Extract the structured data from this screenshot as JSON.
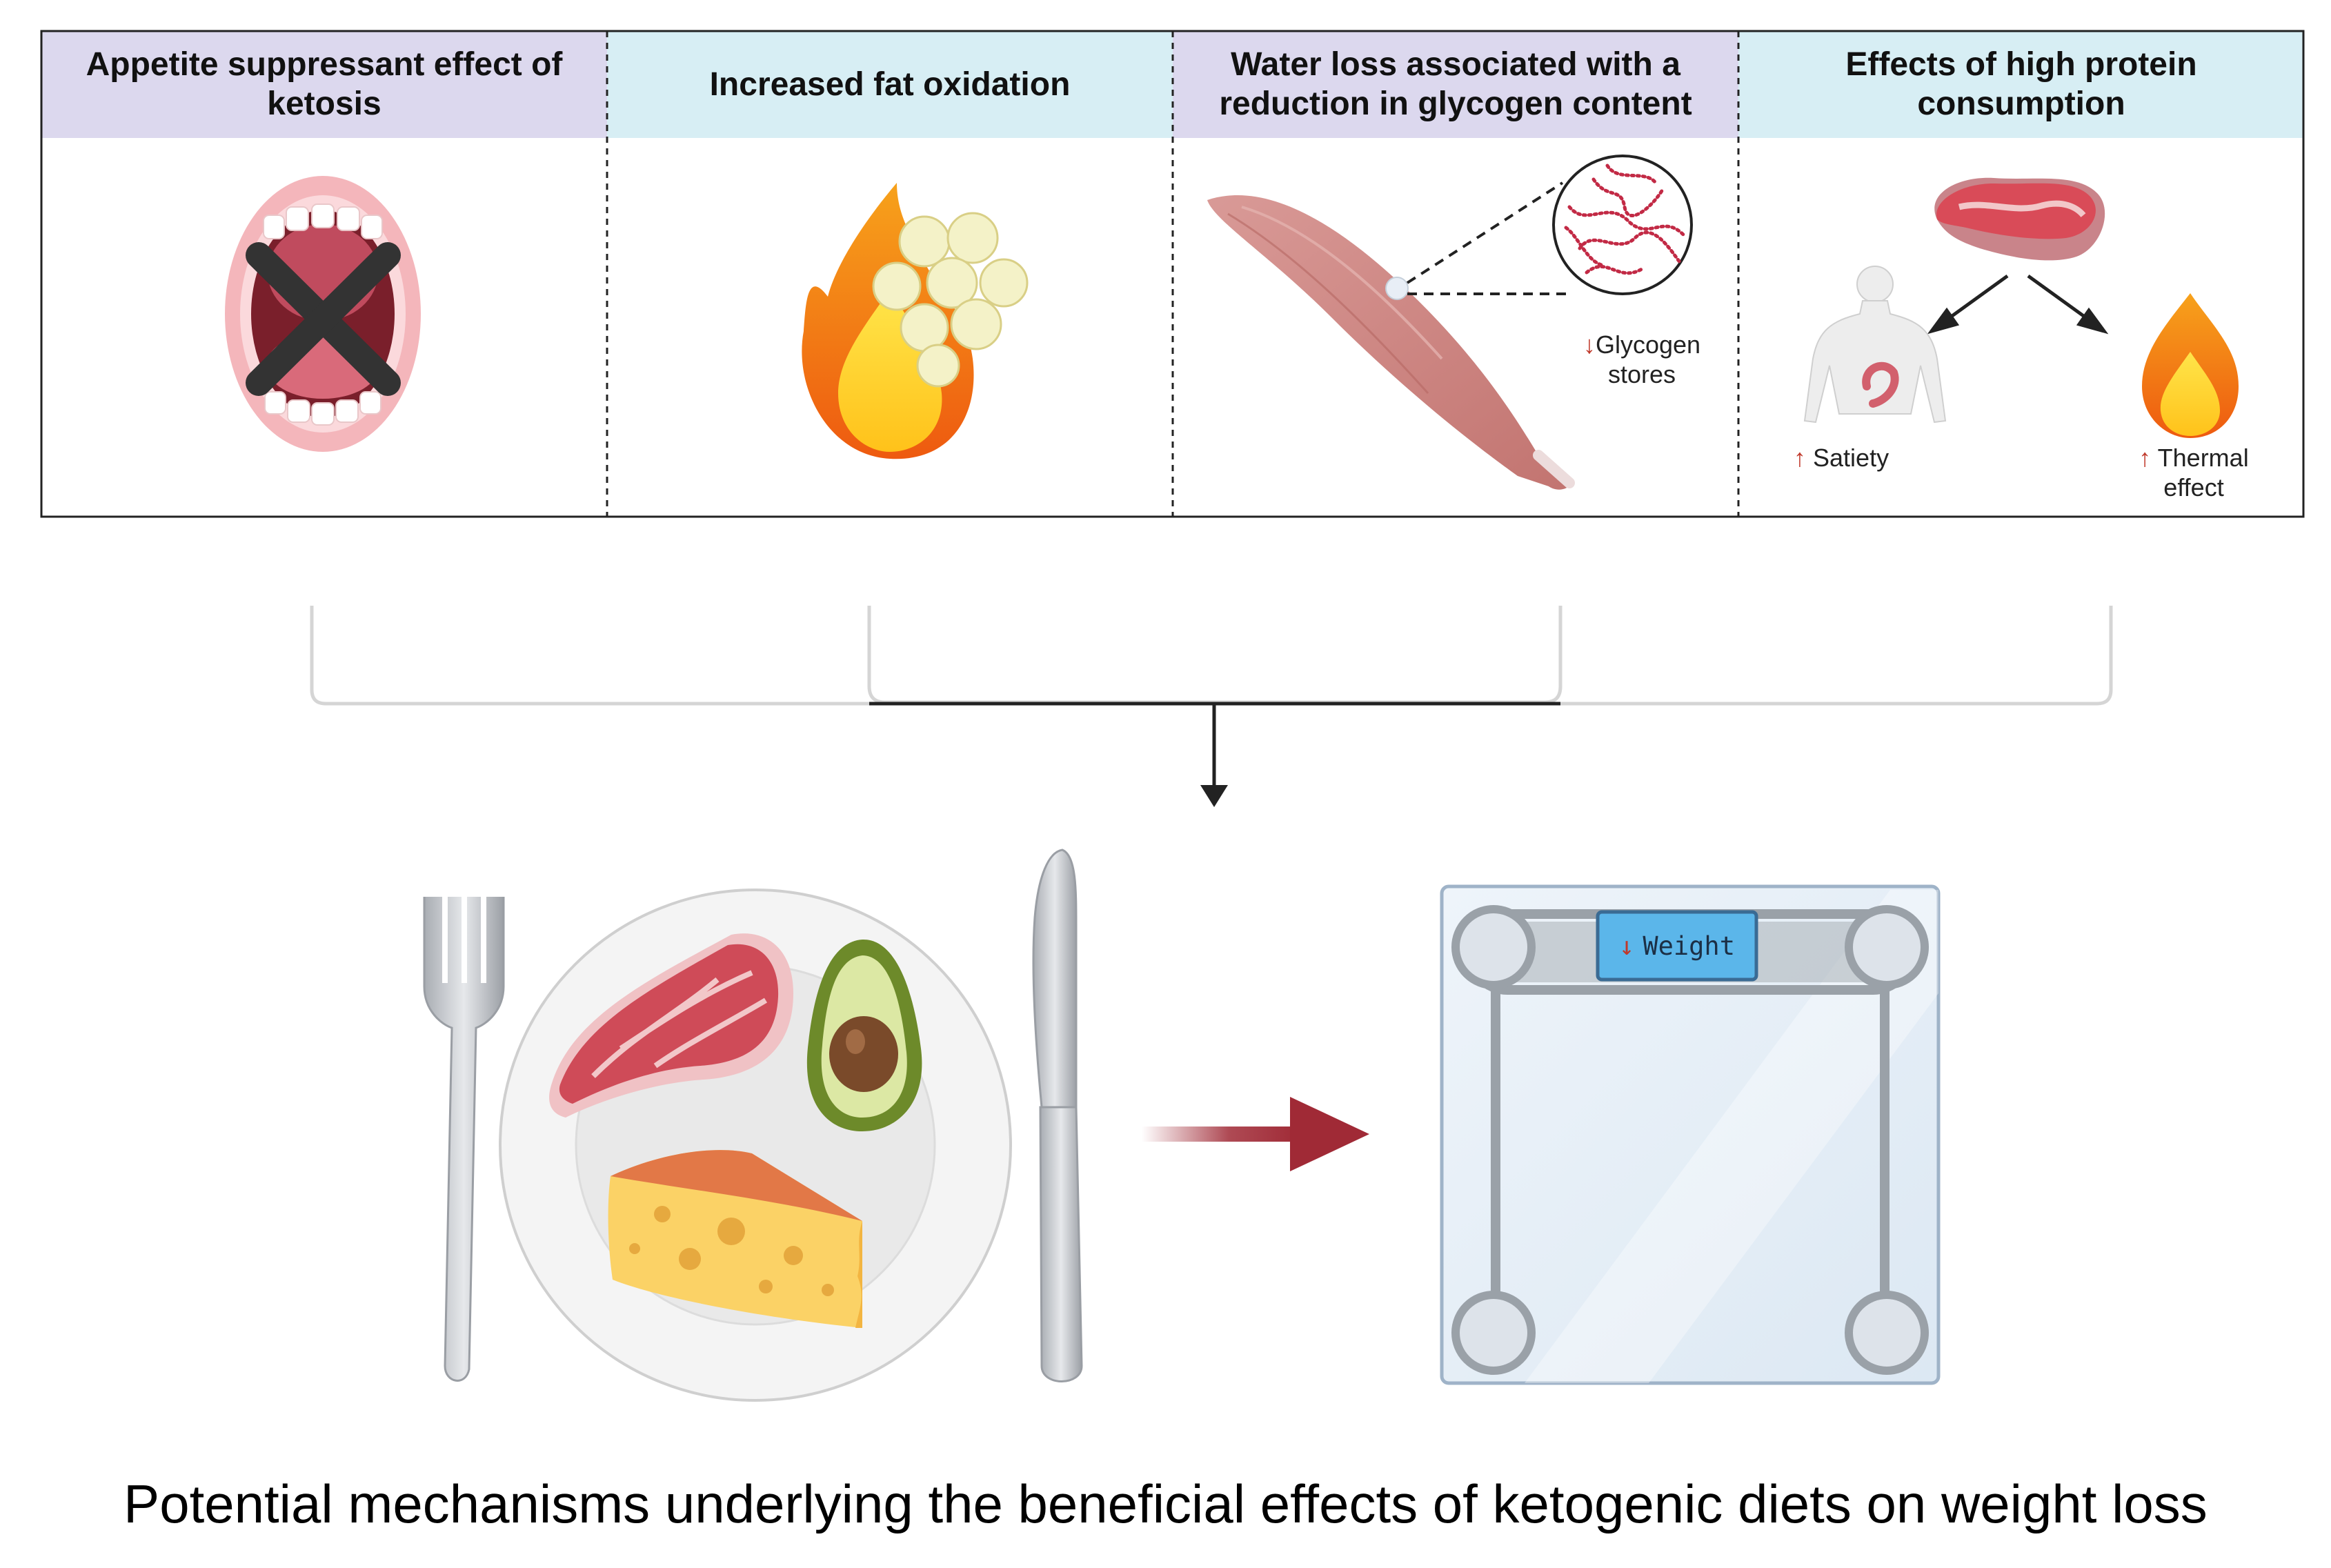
{
  "panels": [
    {
      "heading": "Appetite suppressant effect of ketosis",
      "header_color": "#dcd8ee"
    },
    {
      "heading": "Increased fat oxidation",
      "header_color": "#d7eef4"
    },
    {
      "heading": "Water loss associated with a reduction in glycogen content",
      "header_color": "#dcd8ee"
    },
    {
      "heading": "Effects of high protein consumption",
      "header_color": "#d7eef4"
    }
  ],
  "labels": {
    "glycogen_line1": "Glycogen",
    "glycogen_line2": "stores",
    "satiety": "Satiety",
    "thermal_line1": "Thermal",
    "thermal_line2": "effect",
    "arrow_down": "↓",
    "arrow_up": "↑"
  },
  "scale": {
    "display_text": "Weight",
    "arrow": "↓"
  },
  "caption": "Potential mechanisms underlying the beneficial effects of ketogenic diets on weight loss",
  "colors": {
    "accent_arrow": "#a02a36",
    "header_purple": "#dcd8ee",
    "header_cyan": "#d7eef4",
    "scale_display": "#5bb6ea"
  },
  "icons": [
    "open-mouth-crossed-icon",
    "fat-cells-fire-icon",
    "muscle-glycogen-icon",
    "steak-icon",
    "human-body-icon",
    "flame-icon",
    "fork-icon",
    "plate-icon",
    "knife-icon",
    "scale-icon"
  ]
}
